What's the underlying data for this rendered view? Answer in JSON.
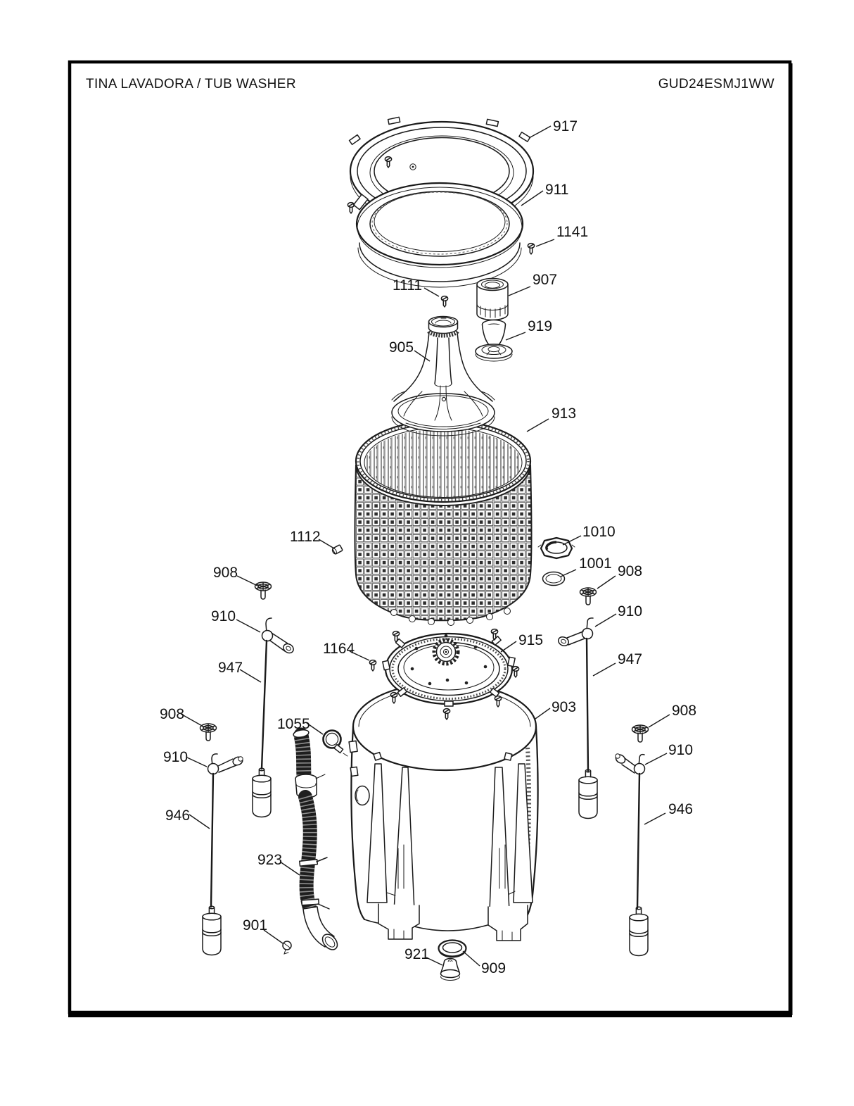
{
  "header": {
    "title": "TINA LAVADORA / TUB WASHER",
    "model": "GUD24ESMJ1WW"
  },
  "callouts": {
    "p917": "917",
    "p911": "911",
    "p1141": "1141",
    "p1111": "1111",
    "p907": "907",
    "p919": "919",
    "p905": "905",
    "p913": "913",
    "p1112": "1112",
    "p1010": "1010",
    "p1001": "1001",
    "p908_left_inner": "908",
    "p910_left_inner": "910",
    "p947_left": "947",
    "p1164": "1164",
    "p915": "915",
    "p903": "903",
    "p1055": "1055",
    "p908_left_outer": "908",
    "p910_left_outer": "910",
    "p946_left": "946",
    "p908_right_inner": "908",
    "p910_right_inner": "910",
    "p947_right": "947",
    "p908_right_outer": "908",
    "p910_right_outer": "910",
    "p946_right": "946",
    "p923": "923",
    "p901": "901",
    "p921": "921",
    "p909": "909"
  },
  "colors": {
    "line": "#1a1a1a",
    "hose": "#1e1e1e",
    "background": "#ffffff"
  }
}
